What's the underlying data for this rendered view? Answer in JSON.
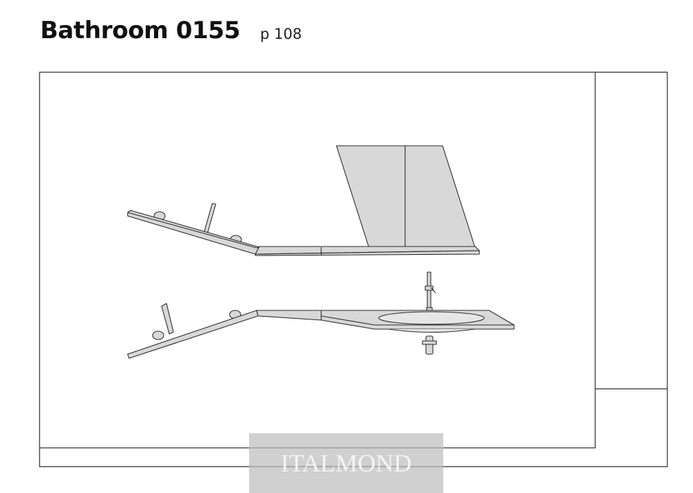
{
  "header": {
    "title": "Bathroom 0155",
    "page_ref": "p 108"
  },
  "watermark": {
    "text": "ITALMOND"
  },
  "colors": {
    "line": "#2a2a2a",
    "fill": "#d8d8d8",
    "watermark_bg": "#bebebe"
  }
}
